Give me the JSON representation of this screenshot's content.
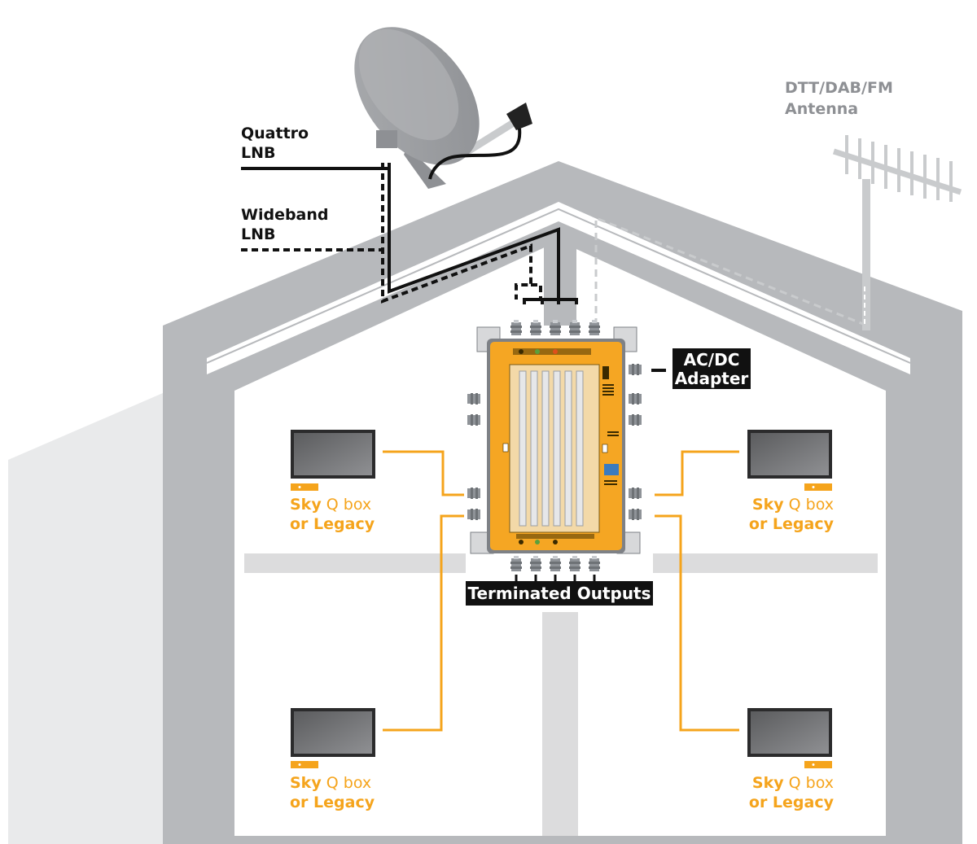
{
  "labels": {
    "quattro": [
      "Quattro",
      "LNB"
    ],
    "wideband": [
      "Wideband",
      "LNB"
    ],
    "antenna": [
      "DTT/DAB/FM",
      "Antenna"
    ],
    "adapter": [
      "AC/DC",
      "Adapter"
    ],
    "terminated": "Terminated Outputs"
  },
  "receivers": [
    {
      "brand": "Sky",
      "line1_rest": " Q box",
      "line2": "or Legacy"
    },
    {
      "brand": "Sky",
      "line1_rest": " Q box",
      "line2": "or Legacy"
    },
    {
      "brand": "Sky",
      "line1_rest": " Q box",
      "line2": "or Legacy"
    },
    {
      "brand": "Sky",
      "line1_rest": " Q box",
      "line2": "or Legacy"
    }
  ],
  "colors": {
    "house": "#b7b9bc",
    "house_shadow": "#e9eaeb",
    "interior": "#ffffff",
    "floor": "#dcdcdd",
    "cable_orange": "#f5a41c",
    "multiswitch_body": "#f5a623",
    "connector": "#9a9ea3",
    "label_bg": "#111111"
  }
}
